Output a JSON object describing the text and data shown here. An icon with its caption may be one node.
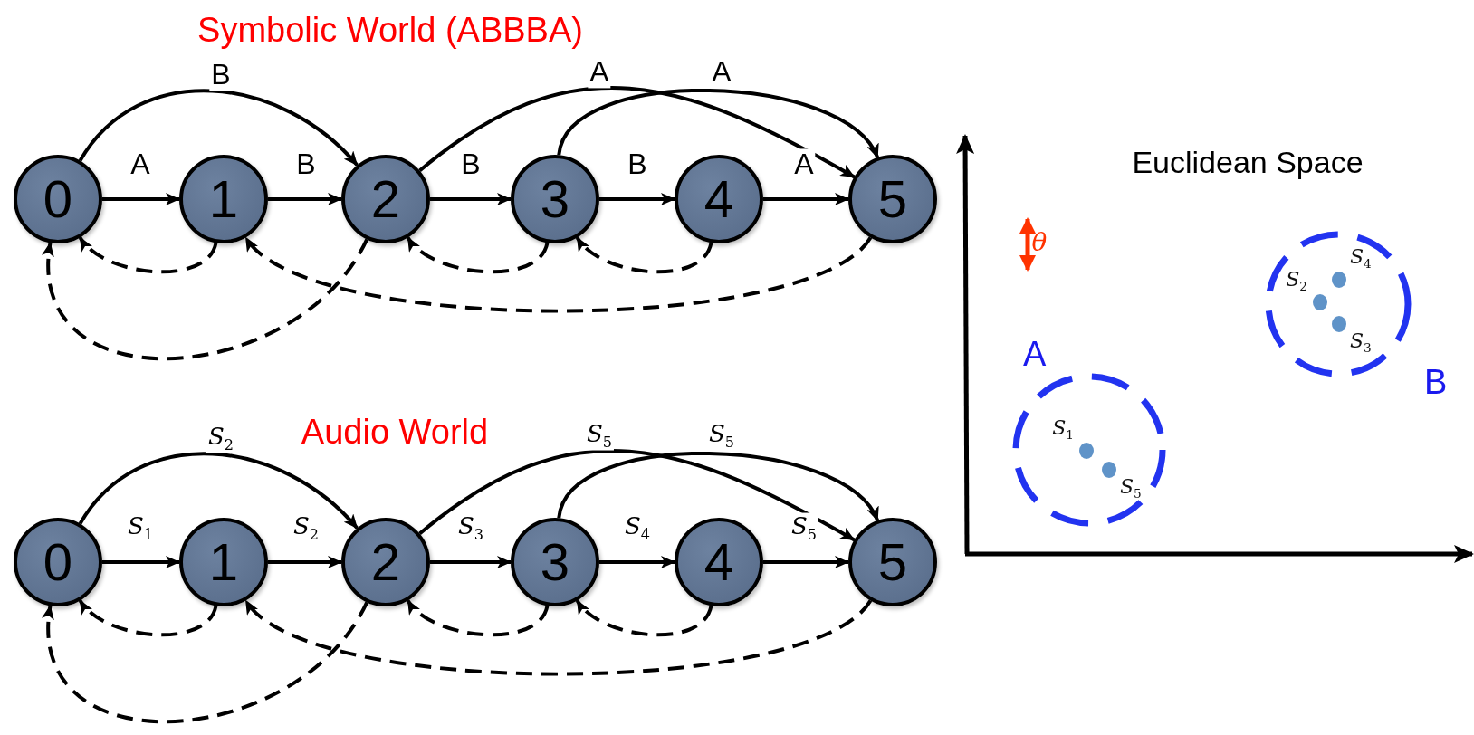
{
  "diagram": {
    "nodes": [
      {
        "text": [
          "0"
        ]
      },
      {
        "text": [
          "1"
        ]
      },
      {
        "text": [
          "2"
        ]
      },
      {
        "text": [
          "3"
        ]
      },
      {
        "text": [
          "4"
        ]
      },
      {
        "text": [
          "5"
        ]
      },
      {
        "text": [
          "0"
        ]
      },
      {
        "text": [
          "1"
        ]
      },
      {
        "text": [
          "2"
        ]
      },
      {
        "text": [
          "3"
        ]
      },
      {
        "text": [
          "4"
        ]
      },
      {
        "text": [
          "5"
        ]
      },
      {
        "text": [
          "A"
        ]
      },
      {
        "text": [
          "*S*$_{1}$"
        ],
        "in": 12
      },
      {
        "text": [
          "*S*$_{5}$"
        ],
        "in": 12
      },
      {
        "text": [
          "B"
        ]
      },
      {
        "text": [
          "*S*$_{2}$"
        ],
        "in": 15
      },
      {
        "text": [
          "*S*$_{4}$"
        ],
        "in": 15
      },
      {
        "text": [
          "*S*$_{3}$"
        ],
        "in": 15
      }
    ],
    "edges": [
      {
        "from": 0,
        "to": 1,
        "arrow": "to",
        "label": "A"
      },
      {
        "from": 1,
        "to": 2,
        "arrow": "to",
        "label": "B"
      },
      {
        "from": 2,
        "to": 3,
        "arrow": "to",
        "label": "B"
      },
      {
        "from": 3,
        "to": 4,
        "arrow": "to",
        "label": "B"
      },
      {
        "from": 4,
        "to": 5,
        "arrow": "to",
        "label": "A"
      },
      {
        "from": 0,
        "to": 2,
        "arrow": "to",
        "label": "B"
      },
      {
        "from": 2,
        "to": 5,
        "arrow": "to",
        "label": "A"
      },
      {
        "from": 3,
        "to": 5,
        "arrow": "to",
        "label": "A"
      },
      {
        "from": 1,
        "to": 0,
        "arrow": "to",
        "style": "dashed"
      },
      {
        "from": 2,
        "to": 0,
        "arrow": "to",
        "style": "dashed"
      },
      {
        "from": 3,
        "to": 2,
        "arrow": "to",
        "style": "dashed"
      },
      {
        "from": 4,
        "to": 3,
        "arrow": "to",
        "style": "dashed"
      },
      {
        "from": 5,
        "to": 1,
        "arrow": "to",
        "style": "dashed"
      },
      {
        "from": 6,
        "to": 7,
        "arrow": "to",
        "label": "*S*$_{1}$"
      },
      {
        "from": 7,
        "to": 8,
        "arrow": "to",
        "label": "*S*$_{2}$"
      },
      {
        "from": 8,
        "to": 9,
        "arrow": "to",
        "label": "*S*$_{3}$"
      },
      {
        "from": 9,
        "to": 10,
        "arrow": "to",
        "label": "*S*$_{4}$"
      },
      {
        "from": 10,
        "to": 11,
        "arrow": "to",
        "label": "*S*$_{5}$"
      },
      {
        "from": 6,
        "to": 8,
        "arrow": "to",
        "label": "*S*$_{2}$"
      },
      {
        "from": 8,
        "to": 11,
        "arrow": "to",
        "label": "*S*$_{5}$"
      },
      {
        "from": 9,
        "to": 11,
        "arrow": "to",
        "label": "*S*$_{5}$"
      },
      {
        "from": 7,
        "to": 6,
        "arrow": "to",
        "style": "dashed"
      },
      {
        "from": 8,
        "to": 6,
        "arrow": "to",
        "style": "dashed"
      },
      {
        "from": 9,
        "to": 8,
        "arrow": "to",
        "style": "dashed"
      },
      {
        "from": 10,
        "to": 9,
        "arrow": "to",
        "style": "dashed"
      },
      {
        "from": 11,
        "to": 7,
        "arrow": "to",
        "style": "dashed"
      }
    ],
    "labels": [
      "Symbolic World (ABBBA)",
      "Audio World",
      "Euclidean Space",
      "θ"
    ]
  }
}
